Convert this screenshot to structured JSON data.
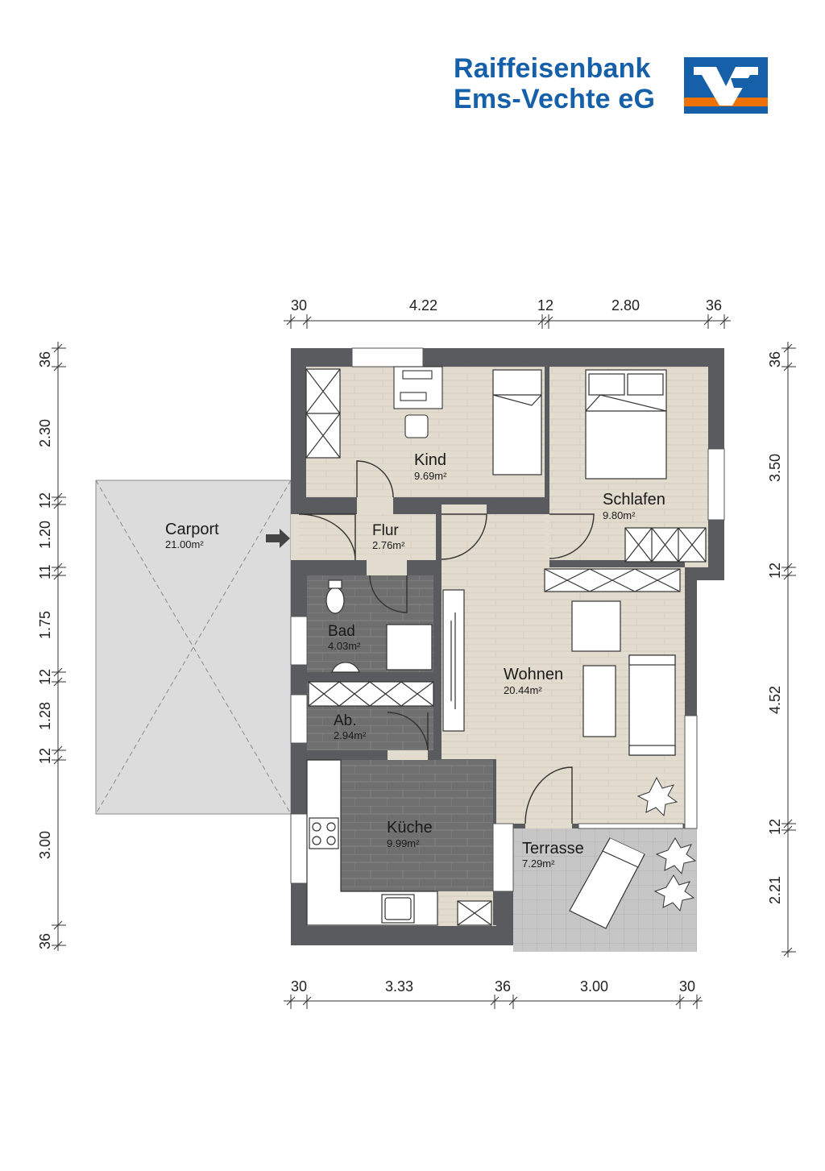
{
  "bank": {
    "line1": "Raiffeisenbank",
    "line2": "Ems-Vechte eG",
    "brand_blue": "#1560a8",
    "brand_orange": "#ee7203"
  },
  "rooms": {
    "kind": {
      "name": "Kind",
      "area": "9.69m²"
    },
    "schlafen": {
      "name": "Schlafen",
      "area": "9.80m²"
    },
    "flur": {
      "name": "Flur",
      "area": "2.76m²"
    },
    "carport": {
      "name": "Carport",
      "area": "21.00m²"
    },
    "bad": {
      "name": "Bad",
      "area": "4.03m²"
    },
    "wohnen": {
      "name": "Wohnen",
      "area": "20.44m²"
    },
    "ab": {
      "name": "Ab.",
      "area": "2.94m²"
    },
    "kueche": {
      "name": "Küche",
      "area": "9.99m²"
    },
    "terrasse": {
      "name": "Terrasse",
      "area": "7.29m²"
    }
  },
  "dimensions": {
    "top": [
      "30",
      "4.22",
      "12",
      "2.80",
      "36"
    ],
    "bottom": [
      "30",
      "3.33",
      "36",
      "3.00",
      "30"
    ],
    "left": [
      "36",
      "2.30",
      "12",
      "1.20",
      "11",
      "1.75",
      "12",
      "1.28",
      "12",
      "3.00",
      "36"
    ],
    "right": [
      "36",
      "3.50",
      "12",
      "4.52",
      "12",
      "2.21"
    ]
  },
  "colors": {
    "wall": "#595b5e",
    "wood_floor": "#e2dccf",
    "tile_floor": "#6f6f70",
    "terrace": "#c6c6c7",
    "carport": "#dcdcdc"
  }
}
